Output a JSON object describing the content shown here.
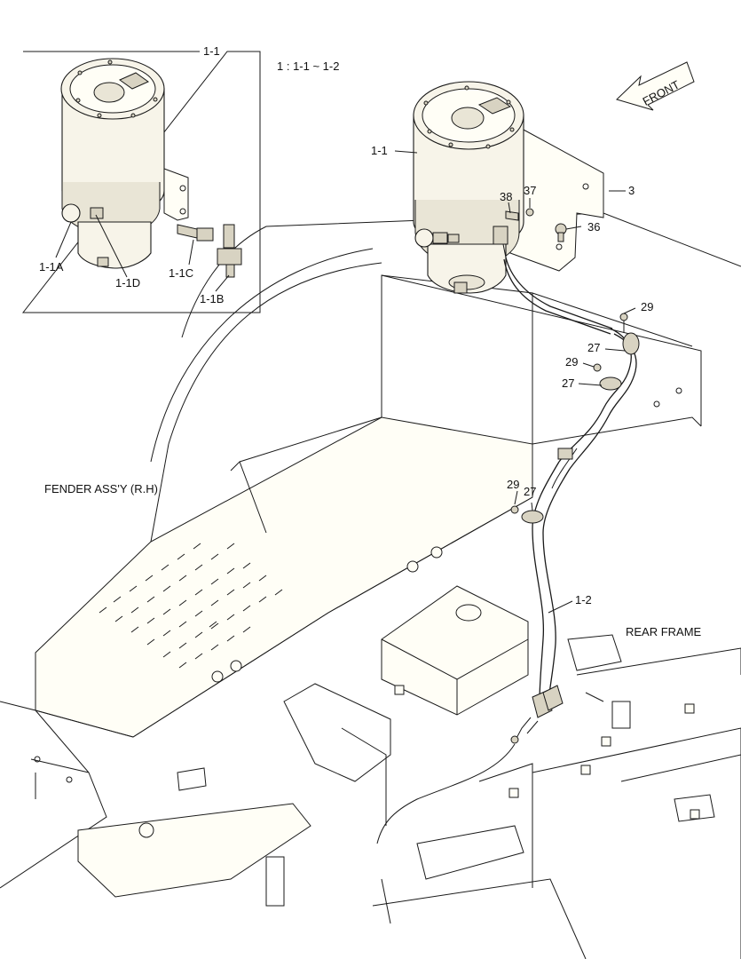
{
  "inset": {
    "title": "1-1"
  },
  "legend": {
    "text": "1 : 1-1 ~ 1-2"
  },
  "front_arrow": {
    "label": "FRONT"
  },
  "callouts": {
    "c_1_1": "1-1",
    "c_3": "3",
    "c_36": "36",
    "c_37": "37",
    "c_38": "38",
    "c_29_a": "29",
    "c_27_a": "27",
    "c_29_b": "29",
    "c_27_b": "27",
    "c_29_c": "29",
    "c_27_c": "27",
    "c_1_2": "1-2",
    "c_1_1A": "1-1A",
    "c_1_1B": "1-1B",
    "c_1_1C": "1-1C",
    "c_1_1D": "1-1D"
  },
  "labels": {
    "fender": "FENDER ASS'Y (R.H)",
    "rear_frame": "REAR FRAME"
  }
}
